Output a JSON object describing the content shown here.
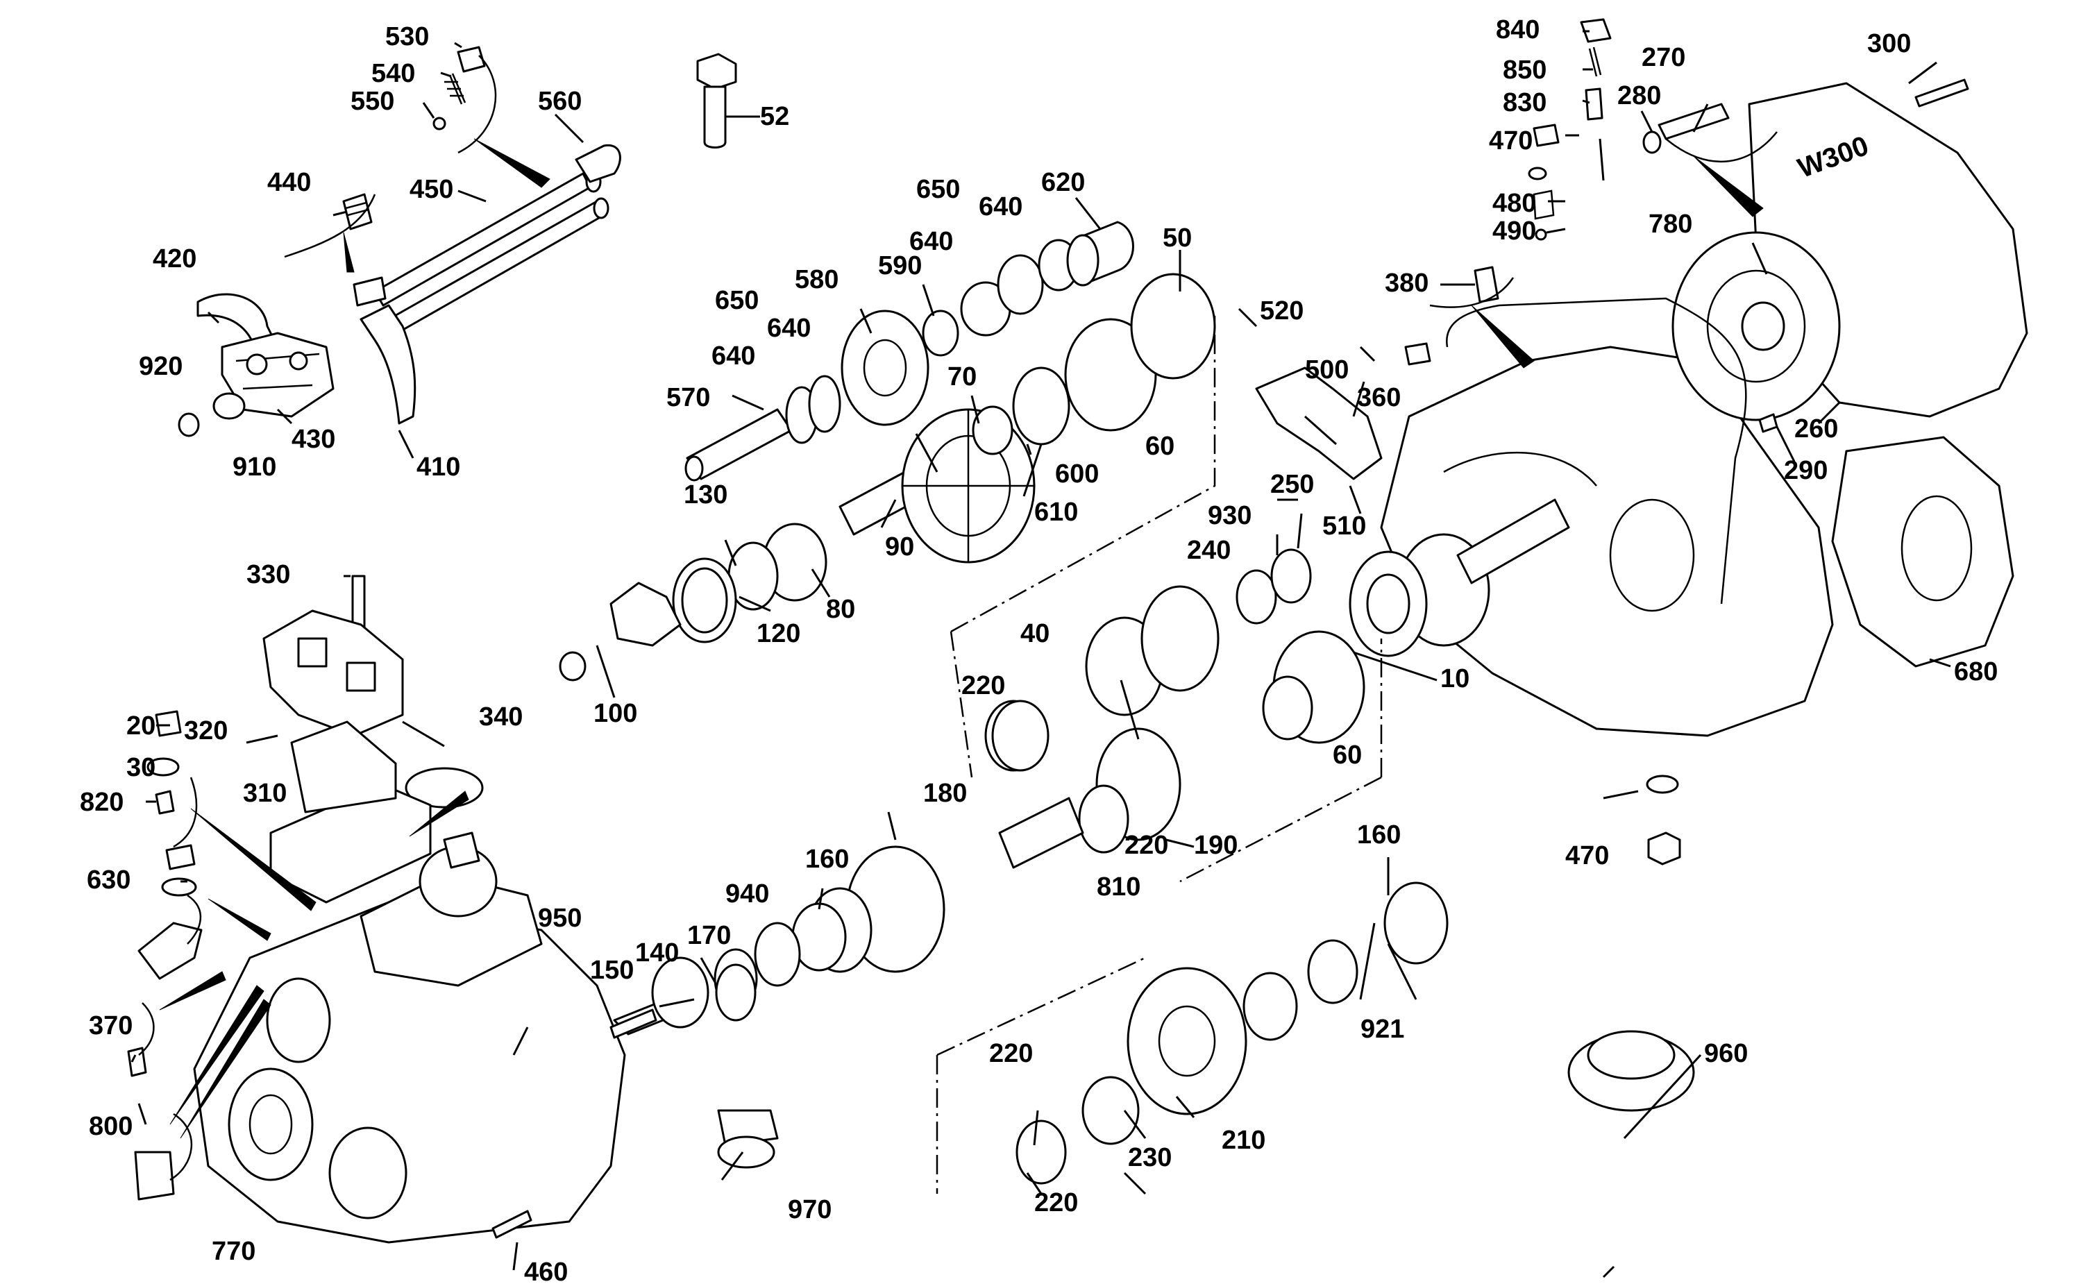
{
  "diagram": {
    "stamp_text": "W300",
    "callouts": [
      "10",
      "20",
      "30",
      "40",
      "50",
      "52",
      "60",
      "70",
      "80",
      "90",
      "100",
      "120",
      "130",
      "140",
      "150",
      "160",
      "170",
      "180",
      "190",
      "210",
      "220",
      "230",
      "240",
      "250",
      "260",
      "270",
      "280",
      "290",
      "300",
      "310",
      "320",
      "330",
      "340",
      "360",
      "370",
      "380",
      "410",
      "420",
      "430",
      "440",
      "450",
      "460",
      "470",
      "480",
      "490",
      "500",
      "510",
      "520",
      "530",
      "540",
      "550",
      "560",
      "570",
      "580",
      "590",
      "600",
      "610",
      "620",
      "630",
      "640",
      "650",
      "680",
      "770",
      "780",
      "800",
      "810",
      "820",
      "830",
      "840",
      "850",
      "910",
      "920",
      "921",
      "930",
      "940",
      "950",
      "960",
      "970"
    ]
  }
}
